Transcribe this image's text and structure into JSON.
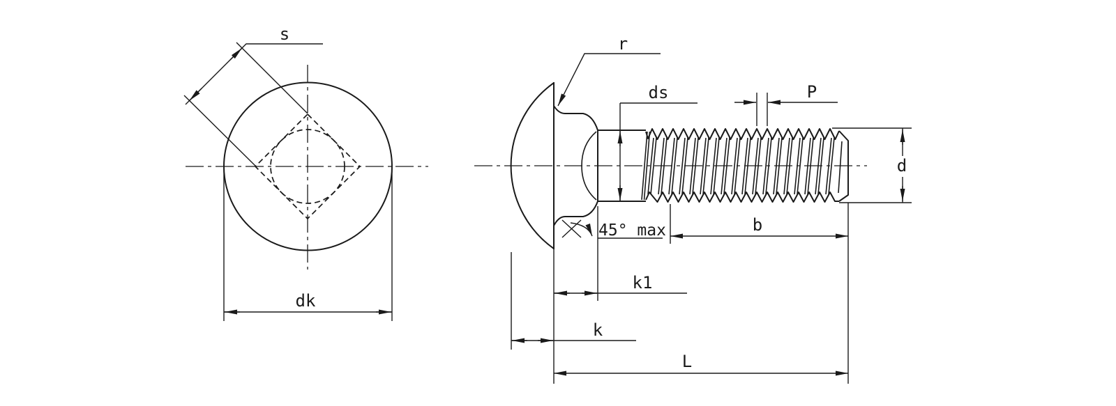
{
  "page": {
    "background": "#ffffff"
  },
  "colors": {
    "line": "#1a1a1a"
  },
  "front_view": {
    "description": "bolt head front view",
    "labels": {
      "square_width": "s",
      "head_diameter": "dk"
    }
  },
  "side_view": {
    "description": "carriage bolt side view",
    "labels": {
      "head_radius": "r",
      "shank_diameter": "ds",
      "thread_pitch": "P",
      "thread_diameter": "d",
      "neck_chamfer": "45° max",
      "thread_length": "b",
      "square_neck_height": "k1",
      "head_height": "k",
      "bolt_length": "L"
    }
  }
}
